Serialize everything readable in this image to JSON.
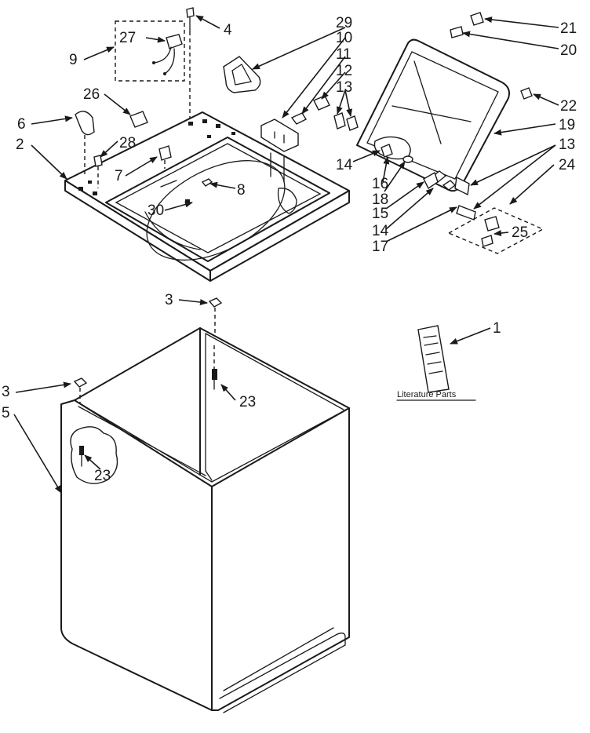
{
  "callouts": [
    {
      "id": "1",
      "text": "1"
    },
    {
      "id": "2",
      "text": "2"
    },
    {
      "id": "3a",
      "text": "3"
    },
    {
      "id": "3b",
      "text": "3"
    },
    {
      "id": "4",
      "text": "4"
    },
    {
      "id": "5",
      "text": "5"
    },
    {
      "id": "6",
      "text": "6"
    },
    {
      "id": "7",
      "text": "7"
    },
    {
      "id": "8",
      "text": "8"
    },
    {
      "id": "9",
      "text": "9"
    },
    {
      "id": "10",
      "text": "10"
    },
    {
      "id": "11",
      "text": "11"
    },
    {
      "id": "12",
      "text": "12"
    },
    {
      "id": "13a",
      "text": "13"
    },
    {
      "id": "13b",
      "text": "13"
    },
    {
      "id": "14a",
      "text": "14"
    },
    {
      "id": "14b",
      "text": "14"
    },
    {
      "id": "15",
      "text": "15"
    },
    {
      "id": "16",
      "text": "16"
    },
    {
      "id": "17",
      "text": "17"
    },
    {
      "id": "18",
      "text": "18"
    },
    {
      "id": "19",
      "text": "19"
    },
    {
      "id": "20",
      "text": "20"
    },
    {
      "id": "21",
      "text": "21"
    },
    {
      "id": "22",
      "text": "22"
    },
    {
      "id": "23a",
      "text": "23"
    },
    {
      "id": "23b",
      "text": "23"
    },
    {
      "id": "24",
      "text": "24"
    },
    {
      "id": "25",
      "text": "25"
    },
    {
      "id": "26",
      "text": "26"
    },
    {
      "id": "27",
      "text": "27"
    },
    {
      "id": "28",
      "text": "28"
    },
    {
      "id": "29",
      "text": "29"
    },
    {
      "id": "30",
      "text": "30"
    }
  ],
  "literature_label": "Literature Parts"
}
